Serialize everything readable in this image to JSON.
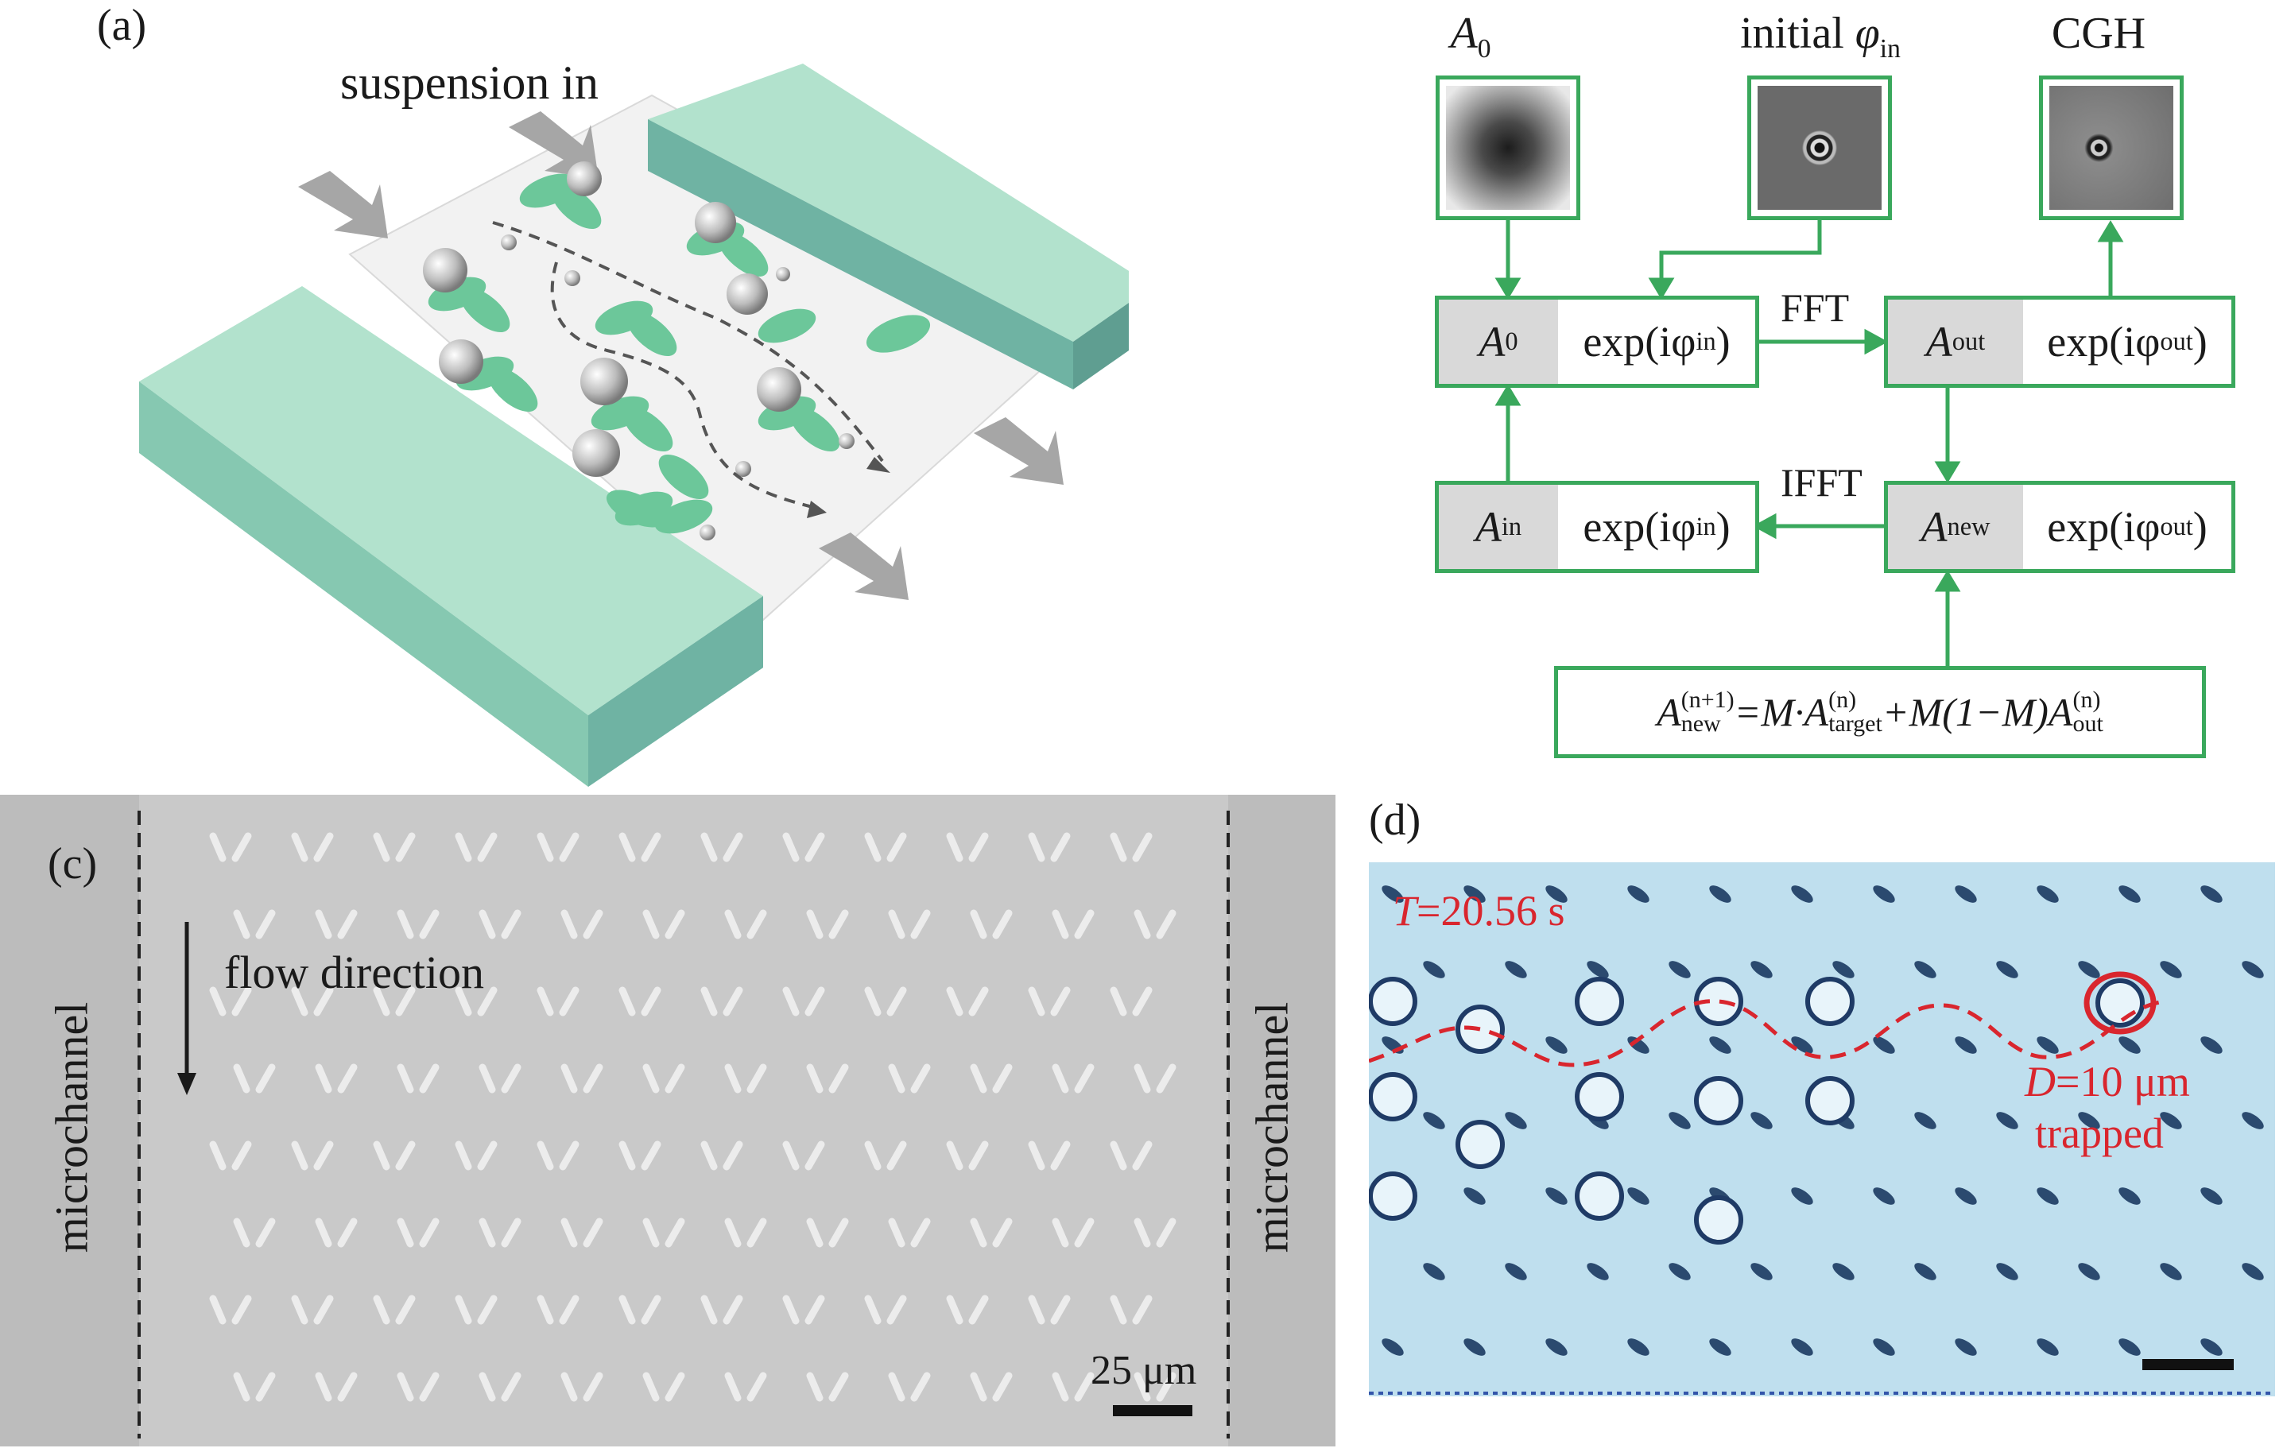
{
  "panel_a": {
    "label": "(a)",
    "inlet_text": "suspension in"
  },
  "panel_b": {
    "caption_a0": "A",
    "caption_a0_sub": "0",
    "caption_phi_prefix": "initial ",
    "caption_phi": "φ",
    "caption_phi_sub": "in",
    "caption_cgh": "CGH",
    "row1_left_a": "A",
    "row1_left_a_sub": "0",
    "row1_left_exp": "exp(iφ",
    "row1_left_exp_sub": "in",
    "row1_left_close": ")",
    "row1_right_a": "A",
    "row1_right_a_sub": "out",
    "row1_right_exp": "exp(iφ",
    "row1_right_exp_sub": "out",
    "row1_right_close": ")",
    "fft": "FFT",
    "ifft": "IFFT",
    "row2_left_a": "A",
    "row2_left_a_sub": "in",
    "row2_left_exp": "exp(iφ",
    "row2_left_exp_sub": "in",
    "row2_left_close": ")",
    "row2_right_a": "A",
    "row2_right_a_sub": "new",
    "row2_right_exp": "exp(iφ",
    "row2_right_exp_sub": "out",
    "row2_right_close": ")",
    "formula": {
      "a1": "A",
      "a1_sup": "(n+1)",
      "a1_sub": "new",
      "eq": "=M·A",
      "a2_sup": "(n)",
      "a2_sub": "target",
      "mid": "+M(1−M)A",
      "a3_sup": "(n)",
      "a3_sub": "out"
    }
  },
  "panel_c": {
    "label": "(c)",
    "left_channel": "microchannel",
    "right_channel": "microchannel",
    "flow": "flow direction",
    "scale": "25 μm"
  },
  "panel_d": {
    "label": "(d)",
    "time_var": "T",
    "time_val": "=20.56 s",
    "d_var": "D",
    "d_val": "=10 μm",
    "trapped": "trapped"
  },
  "colors": {
    "green_box": "#3aa85c",
    "channel_green": "#a9dcc6",
    "blue_bg": "#bfdfee",
    "red": "#d9262e"
  }
}
